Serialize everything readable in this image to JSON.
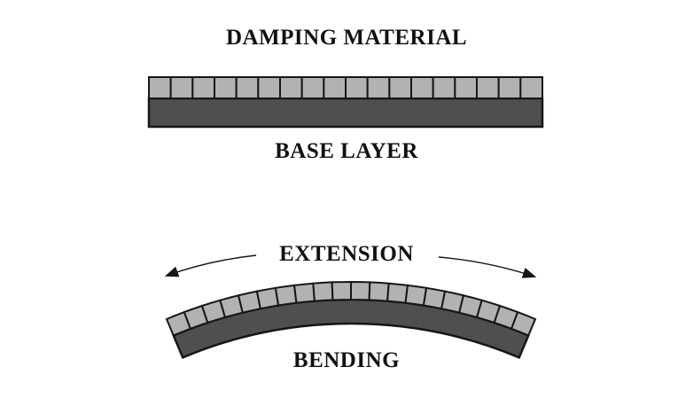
{
  "figure": {
    "labels": {
      "damping_material": "DAMPING MATERIAL",
      "base_layer": "BASE LAYER",
      "extension": "EXTENSION",
      "bending": "BENDING"
    },
    "colors": {
      "damping_fill": "#b2b2b2",
      "base_fill": "#4f4f4f",
      "outline": "#161616",
      "text": "#111111",
      "background": "#ffffff"
    },
    "flat_beam": {
      "damping_cells": 18,
      "layers": [
        "damping material (segmented, light gray)",
        "base layer (solid, dark gray)"
      ]
    },
    "curved_beam": {
      "damping_cells": 20,
      "layers": [
        "damping material (segmented, light gray)",
        "base layer (solid, dark gray)"
      ]
    }
  }
}
